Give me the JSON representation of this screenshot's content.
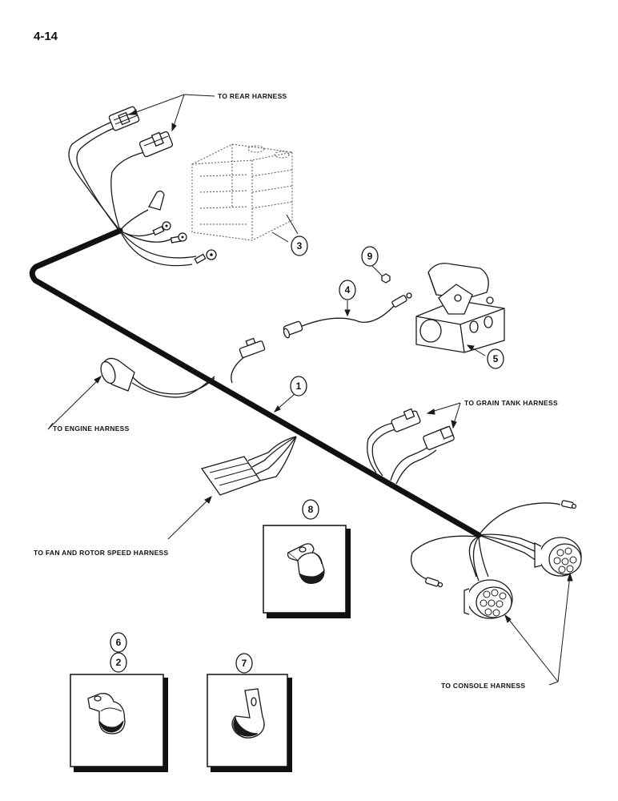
{
  "page_number": "4-14",
  "labels": {
    "rear_harness": "TO REAR HARNESS",
    "grain_tank_harness": "TO GRAIN TANK HARNESS",
    "engine_harness": "TO ENGINE HARNESS",
    "fan_rotor_harness": "TO FAN AND ROTOR SPEED HARNESS",
    "console_harness": "TO CONSOLE HARNESS"
  },
  "callouts": {
    "c1": "1",
    "c2": "2",
    "c3": "3",
    "c4": "4",
    "c5": "5",
    "c6": "6",
    "c7": "7",
    "c8": "8",
    "c9": "9"
  }
}
